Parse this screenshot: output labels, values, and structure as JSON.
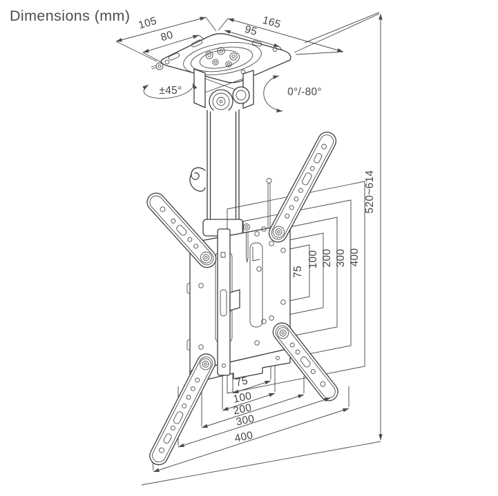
{
  "title": "Dimensions (mm)",
  "units": "mm",
  "ceiling_plate": {
    "depth": "105",
    "depth_hole_spacing": "80",
    "width": "165",
    "width_hole_spacing": "95"
  },
  "rotation": {
    "swivel": "±45°",
    "tilt": "0°/-80°"
  },
  "height_range": "520~614",
  "vesa": {
    "heights": [
      "75",
      "100",
      "200",
      "300",
      "400"
    ],
    "widths": [
      "75",
      "100",
      "200",
      "300",
      "400"
    ]
  },
  "colors": {
    "line": "#3c3c3c",
    "text": "#454545",
    "background": "#ffffff"
  }
}
